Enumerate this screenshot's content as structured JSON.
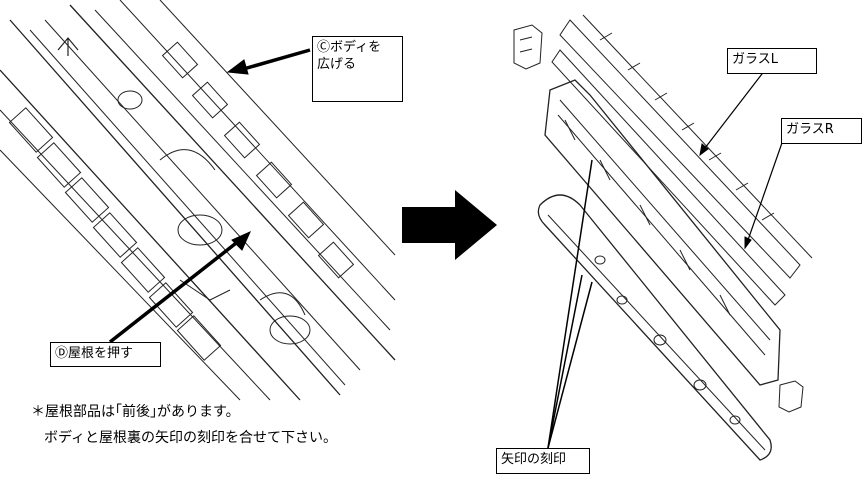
{
  "callouts": {
    "widen_body": "Ⓒボディを\n広げる",
    "push_roof": "Ⓓ屋根を押す",
    "glass_l": "ガラスL",
    "glass_r": "ガラスR",
    "arrow_marks": "矢印の刻印"
  },
  "notes": {
    "line1": "＊屋根部品は｢前後｣があります。",
    "line2": "ボディと屋根裏の矢印の刻印を合せて下さい。"
  }
}
